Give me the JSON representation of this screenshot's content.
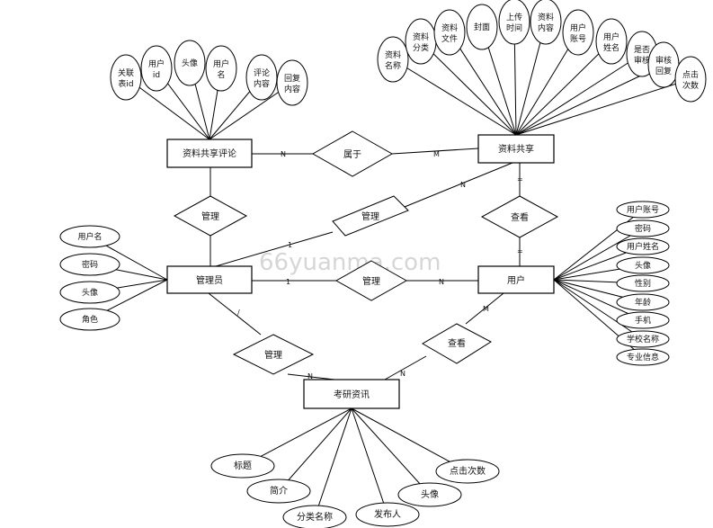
{
  "watermark": "66yuanma.com",
  "entities": {
    "share": "资料共享",
    "comment": "资料共享评论",
    "admin": "管理员",
    "user": "用户",
    "news": "考研资讯"
  },
  "relationships": {
    "belongs": "属于",
    "admin_comment": "管理",
    "admin_share": "管理",
    "user_share": "查看",
    "admin_user": "管理",
    "admin_news": "管理",
    "user_news": "查看"
  },
  "cardinalities": {
    "belongs_comment": "N",
    "belongs_share": "M",
    "admin_share_admin": "1",
    "admin_share_share": "N",
    "user_share_share": "=",
    "user_share_user": "=",
    "admin_user_admin": "1",
    "admin_user_user": "N",
    "admin_news_admin": "/",
    "admin_news_news": "N",
    "user_news_user": "M",
    "user_news_news": "N"
  },
  "comment_attributes": [
    "关联表id",
    "用户id",
    "头像",
    "用户名",
    "评论内容",
    "回复内容"
  ],
  "share_attributes": [
    "资料名称",
    "资料分类",
    "资料文件",
    "封面",
    "上传时间",
    "资料内容",
    "用户账号",
    "用户姓名",
    "是否审核",
    "审核回复",
    "点击次数"
  ],
  "admin_attributes": [
    "用户名",
    "密码",
    "头像",
    "角色"
  ],
  "user_attributes": [
    "用户账号",
    "密码",
    "用户姓名",
    "头像",
    "性别",
    "年龄",
    "手机",
    "学校名称",
    "专业信息"
  ],
  "news_attributes": [
    "标题",
    "简介",
    "分类名称",
    "发布人",
    "头像",
    "点击次数"
  ]
}
